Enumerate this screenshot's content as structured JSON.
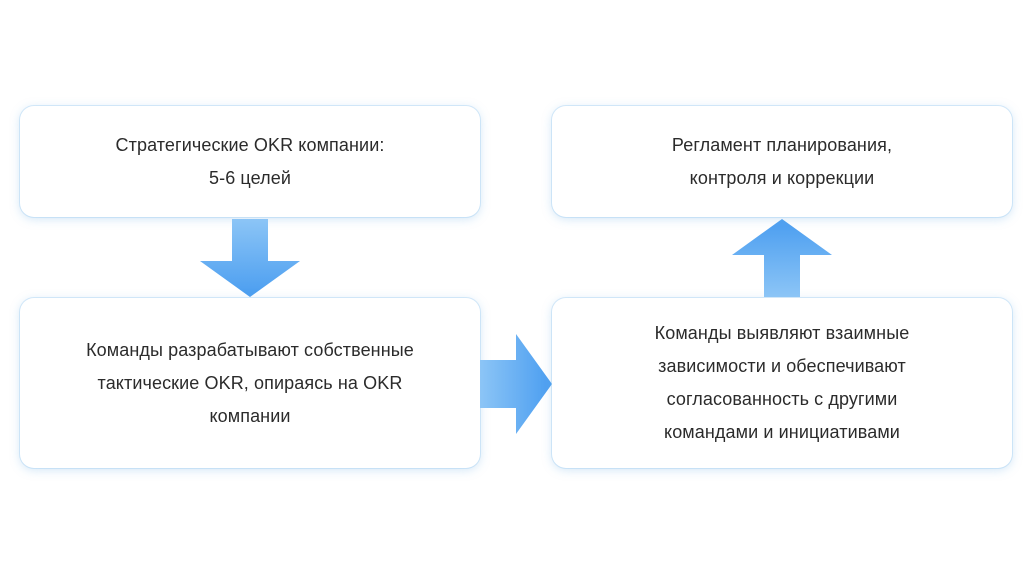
{
  "colors": {
    "arrow_light": "#8cc5f6",
    "arrow_dark": "#4a9df0",
    "text": "#2b2b2b"
  },
  "flow": {
    "step1": "Стратегические OKR компании:\n5-6 целей",
    "step2": "Команды разрабатывают собственные\nтактические OKR, опираясь на OKR\nкомпании",
    "step3": "Команды выявляют взаимные\nзависимости и обеспечивают\nсогласованность с другими\nкомандами и инициативами",
    "step4": "Регламент планирования,\nконтроля и коррекции"
  }
}
